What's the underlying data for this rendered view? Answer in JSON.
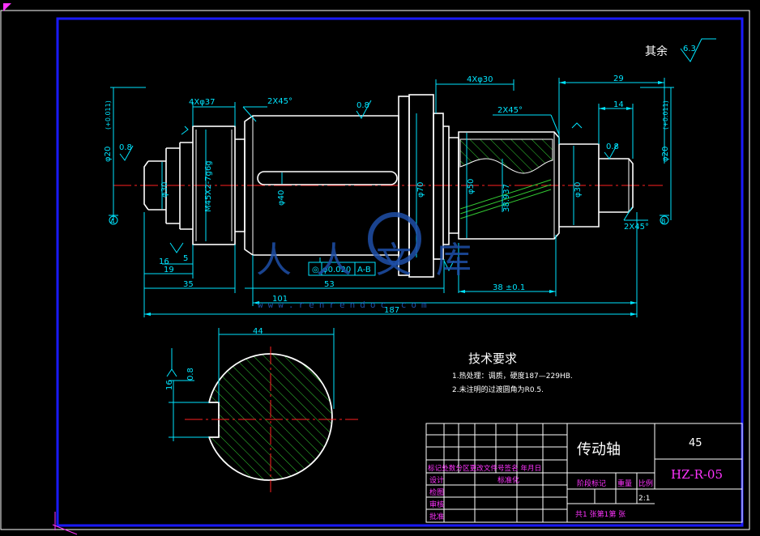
{
  "colors": {
    "background": "#000000",
    "frame": "#ffffff",
    "inner_frame": "#1a1aff",
    "outline": "#ffffff",
    "dimension": "#00e5ff",
    "centerline": "#ff2020",
    "hatch": "#33cc33",
    "title_text": "#ff33ff",
    "watermark": "#1e4fa8"
  },
  "surface_finish": {
    "rest_label": "其余",
    "rest_value": "6.3",
    "value": "0.8"
  },
  "dims": {
    "d20_left": "φ20",
    "d20_left_tol": "(+0.011)",
    "d20_right": "φ20",
    "d20_right_tol": "(+0.011)",
    "chamfer_4x37": "4Xφ37",
    "chamfer_2x45_a": "2X45°",
    "chamfer_2x45_b": "2X45°",
    "chamfer_2x45_c": "2X45°",
    "chamfer_4x30": "4Xφ30",
    "d30_left": "φ30",
    "thread": "M45X2-7g6g",
    "d40": "φ40",
    "d70": "φ70",
    "d50": "φ50",
    "spline": "38.937",
    "d30_right": "φ30",
    "len_16": "16",
    "len_5": "5",
    "len_19": "19",
    "len_35": "35",
    "len_101": "101",
    "len_53": "53",
    "len_38": "38 ±0.1",
    "len_187": "187",
    "len_29": "29",
    "len_14": "14",
    "tolerance_symbol": "◎",
    "tolerance_value": "φ0.020",
    "tolerance_datum": "A-B",
    "datum_a": "A",
    "datum_b": "B",
    "section_44": "44",
    "section_16": "16",
    "section_08": "0.8"
  },
  "watermark": {
    "text": "人人文库",
    "url": "www.renrendoc.com"
  },
  "tech": {
    "title": "技术要求",
    "line1": "1.热处理：调质，硬度187—229HB.",
    "line2": "2.未注明的过渡圆角为R0.5."
  },
  "title_block": {
    "part_name": "传动轴",
    "material": "45",
    "drawing_no": "HZ-R-05",
    "row_header": "标记处数分区更改文件号签名 年月日",
    "design": "设计",
    "standardize": "标准化",
    "check": "检图",
    "review": "审核",
    "approve": "批准",
    "stage_mark": "阶段标记",
    "weight": "重量",
    "scale": "比例",
    "scale_value": "2:1",
    "sheets": "共1  张第1第  张"
  }
}
